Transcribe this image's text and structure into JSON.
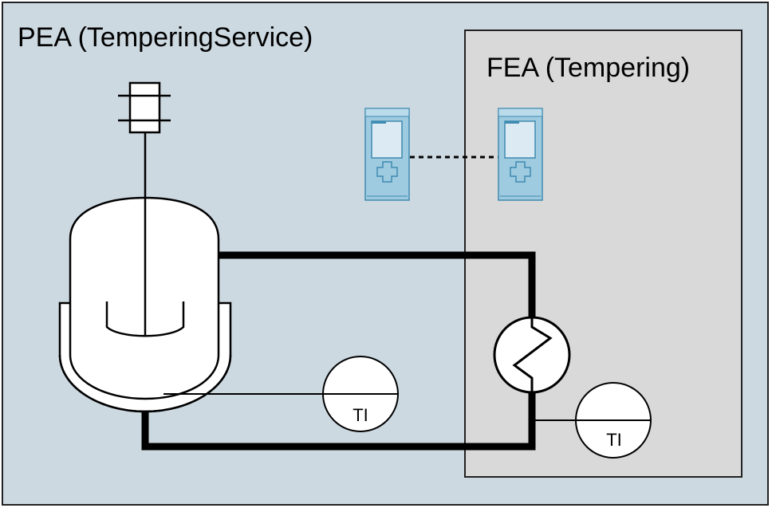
{
  "pea": {
    "title": "PEA (TemperingService)"
  },
  "fea": {
    "title": "FEA (Tempering)"
  },
  "instruments": [
    {
      "label": "TI"
    },
    {
      "label": "TI"
    }
  ],
  "colors": {
    "pea_background": "#cdd9e1",
    "fea_background": "#d9d9d9",
    "plc_body": "#9fcbe0",
    "plc_outline": "#3f8ab0",
    "line": "#000000"
  },
  "icons": [
    "stirrer-motor-icon",
    "vessel-jacket-icon",
    "heat-exchanger-icon",
    "plc-controller-icon",
    "temperature-indicator-icon"
  ]
}
